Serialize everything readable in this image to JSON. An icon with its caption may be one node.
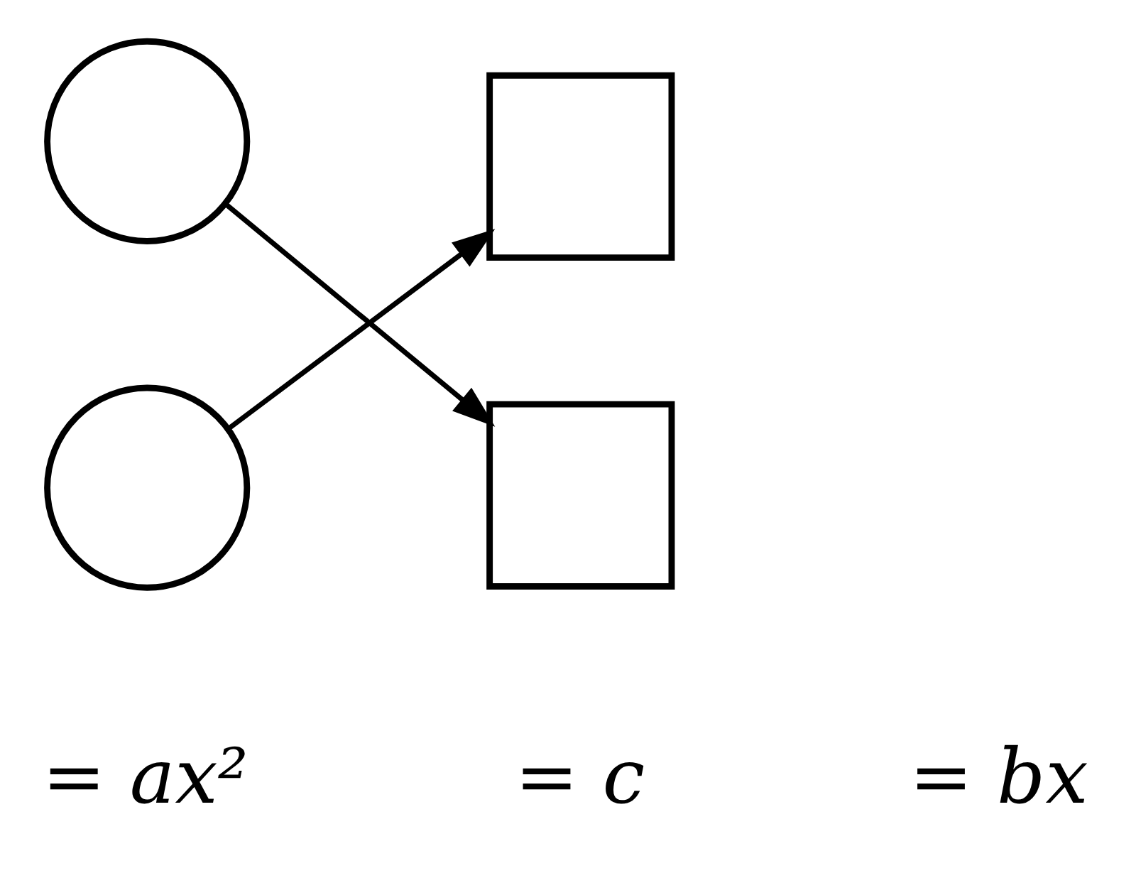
{
  "diagram": {
    "nodes": [
      {
        "text": [],
        "shape": "circle"
      },
      {
        "text": [],
        "shape": "circle"
      },
      {
        "text": [],
        "shape": "box"
      },
      {
        "text": [],
        "shape": "box"
      }
    ],
    "edges": [
      {
        "from": 0,
        "to": 3,
        "arrow": "to"
      },
      {
        "from": 1,
        "to": 2,
        "arrow": "to"
      }
    ],
    "labels": [
      "= bx",
      "= ax²",
      "= c"
    ]
  }
}
